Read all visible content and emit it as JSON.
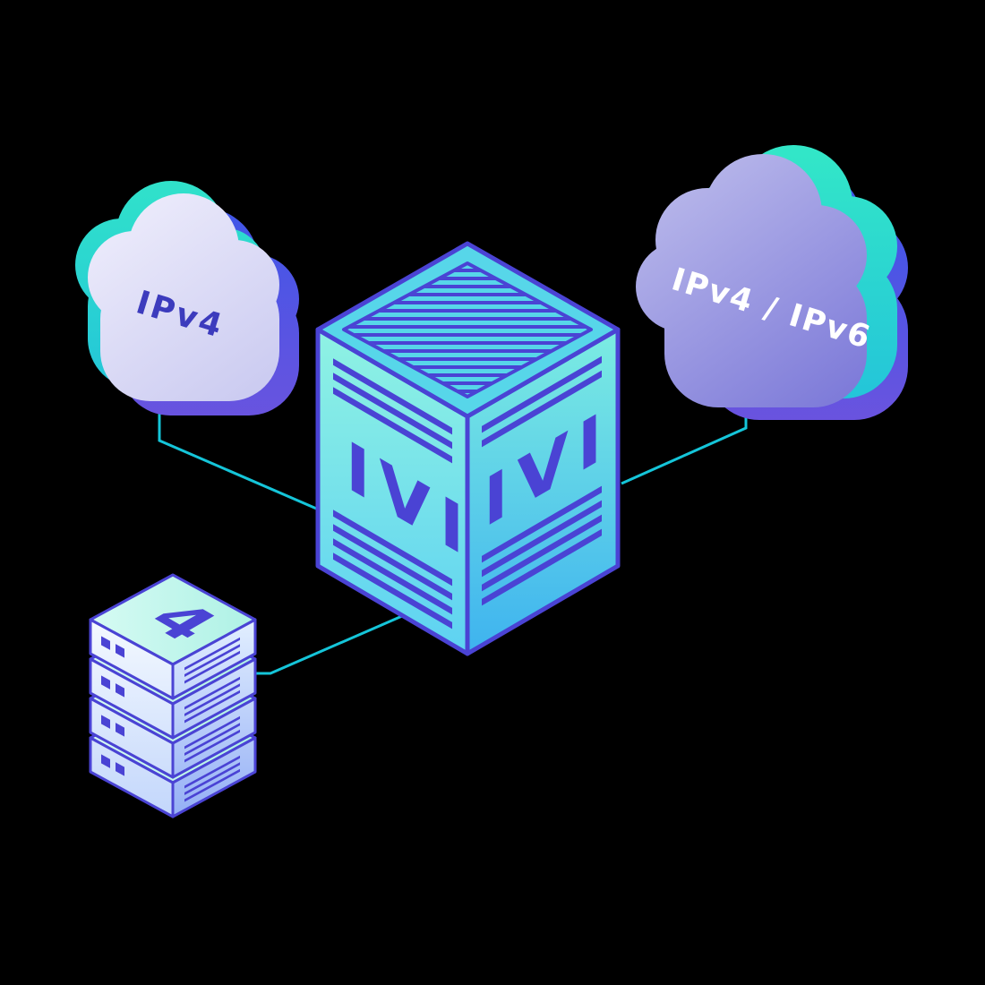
{
  "scene": {
    "background": "#000000",
    "clouds": {
      "left": {
        "label": "IPv4",
        "label_color": "#3c3bbd"
      },
      "right": {
        "label": "IPv4 / IPv6",
        "label_color": "#ffffff"
      }
    },
    "translator": {
      "left_face_label": "IVI",
      "right_face_label": "IVI",
      "label_color": "#4a43d4"
    },
    "server": {
      "label": "4",
      "label_color": "#4a43d4"
    },
    "colors": {
      "cyan_line": "#15c5d9",
      "indigo_outline": "#4a43d4",
      "teal_accent": "#2fe2c6",
      "blue_accent": "#3d56e8",
      "cloud_left_fill": "#dcdbf4",
      "cloud_right_fill": "#8f8cdf",
      "box_face_teal": "#7cece2",
      "server_face_light": "#e2efff"
    }
  }
}
